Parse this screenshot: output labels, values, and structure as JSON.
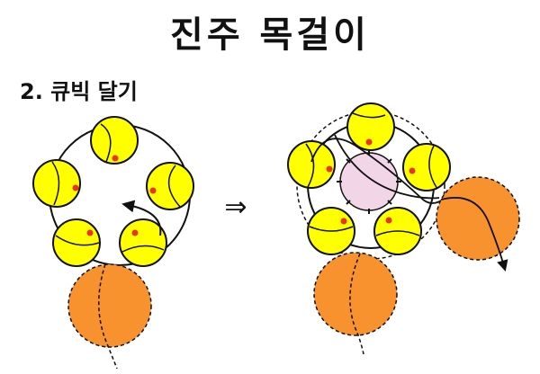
{
  "title": "진주 목걸이",
  "step": "2. 큐빅 달기",
  "arrow_symbol": "⇒",
  "colors": {
    "pearl": "#ffff00",
    "dot": "#e8341c",
    "bead": "#f7922e",
    "cubic": "#f2d6e8",
    "line": "#111111"
  },
  "parts": [
    "yellow-pearl",
    "red-dot",
    "orange-bead",
    "pink-cubic",
    "thread-line"
  ]
}
